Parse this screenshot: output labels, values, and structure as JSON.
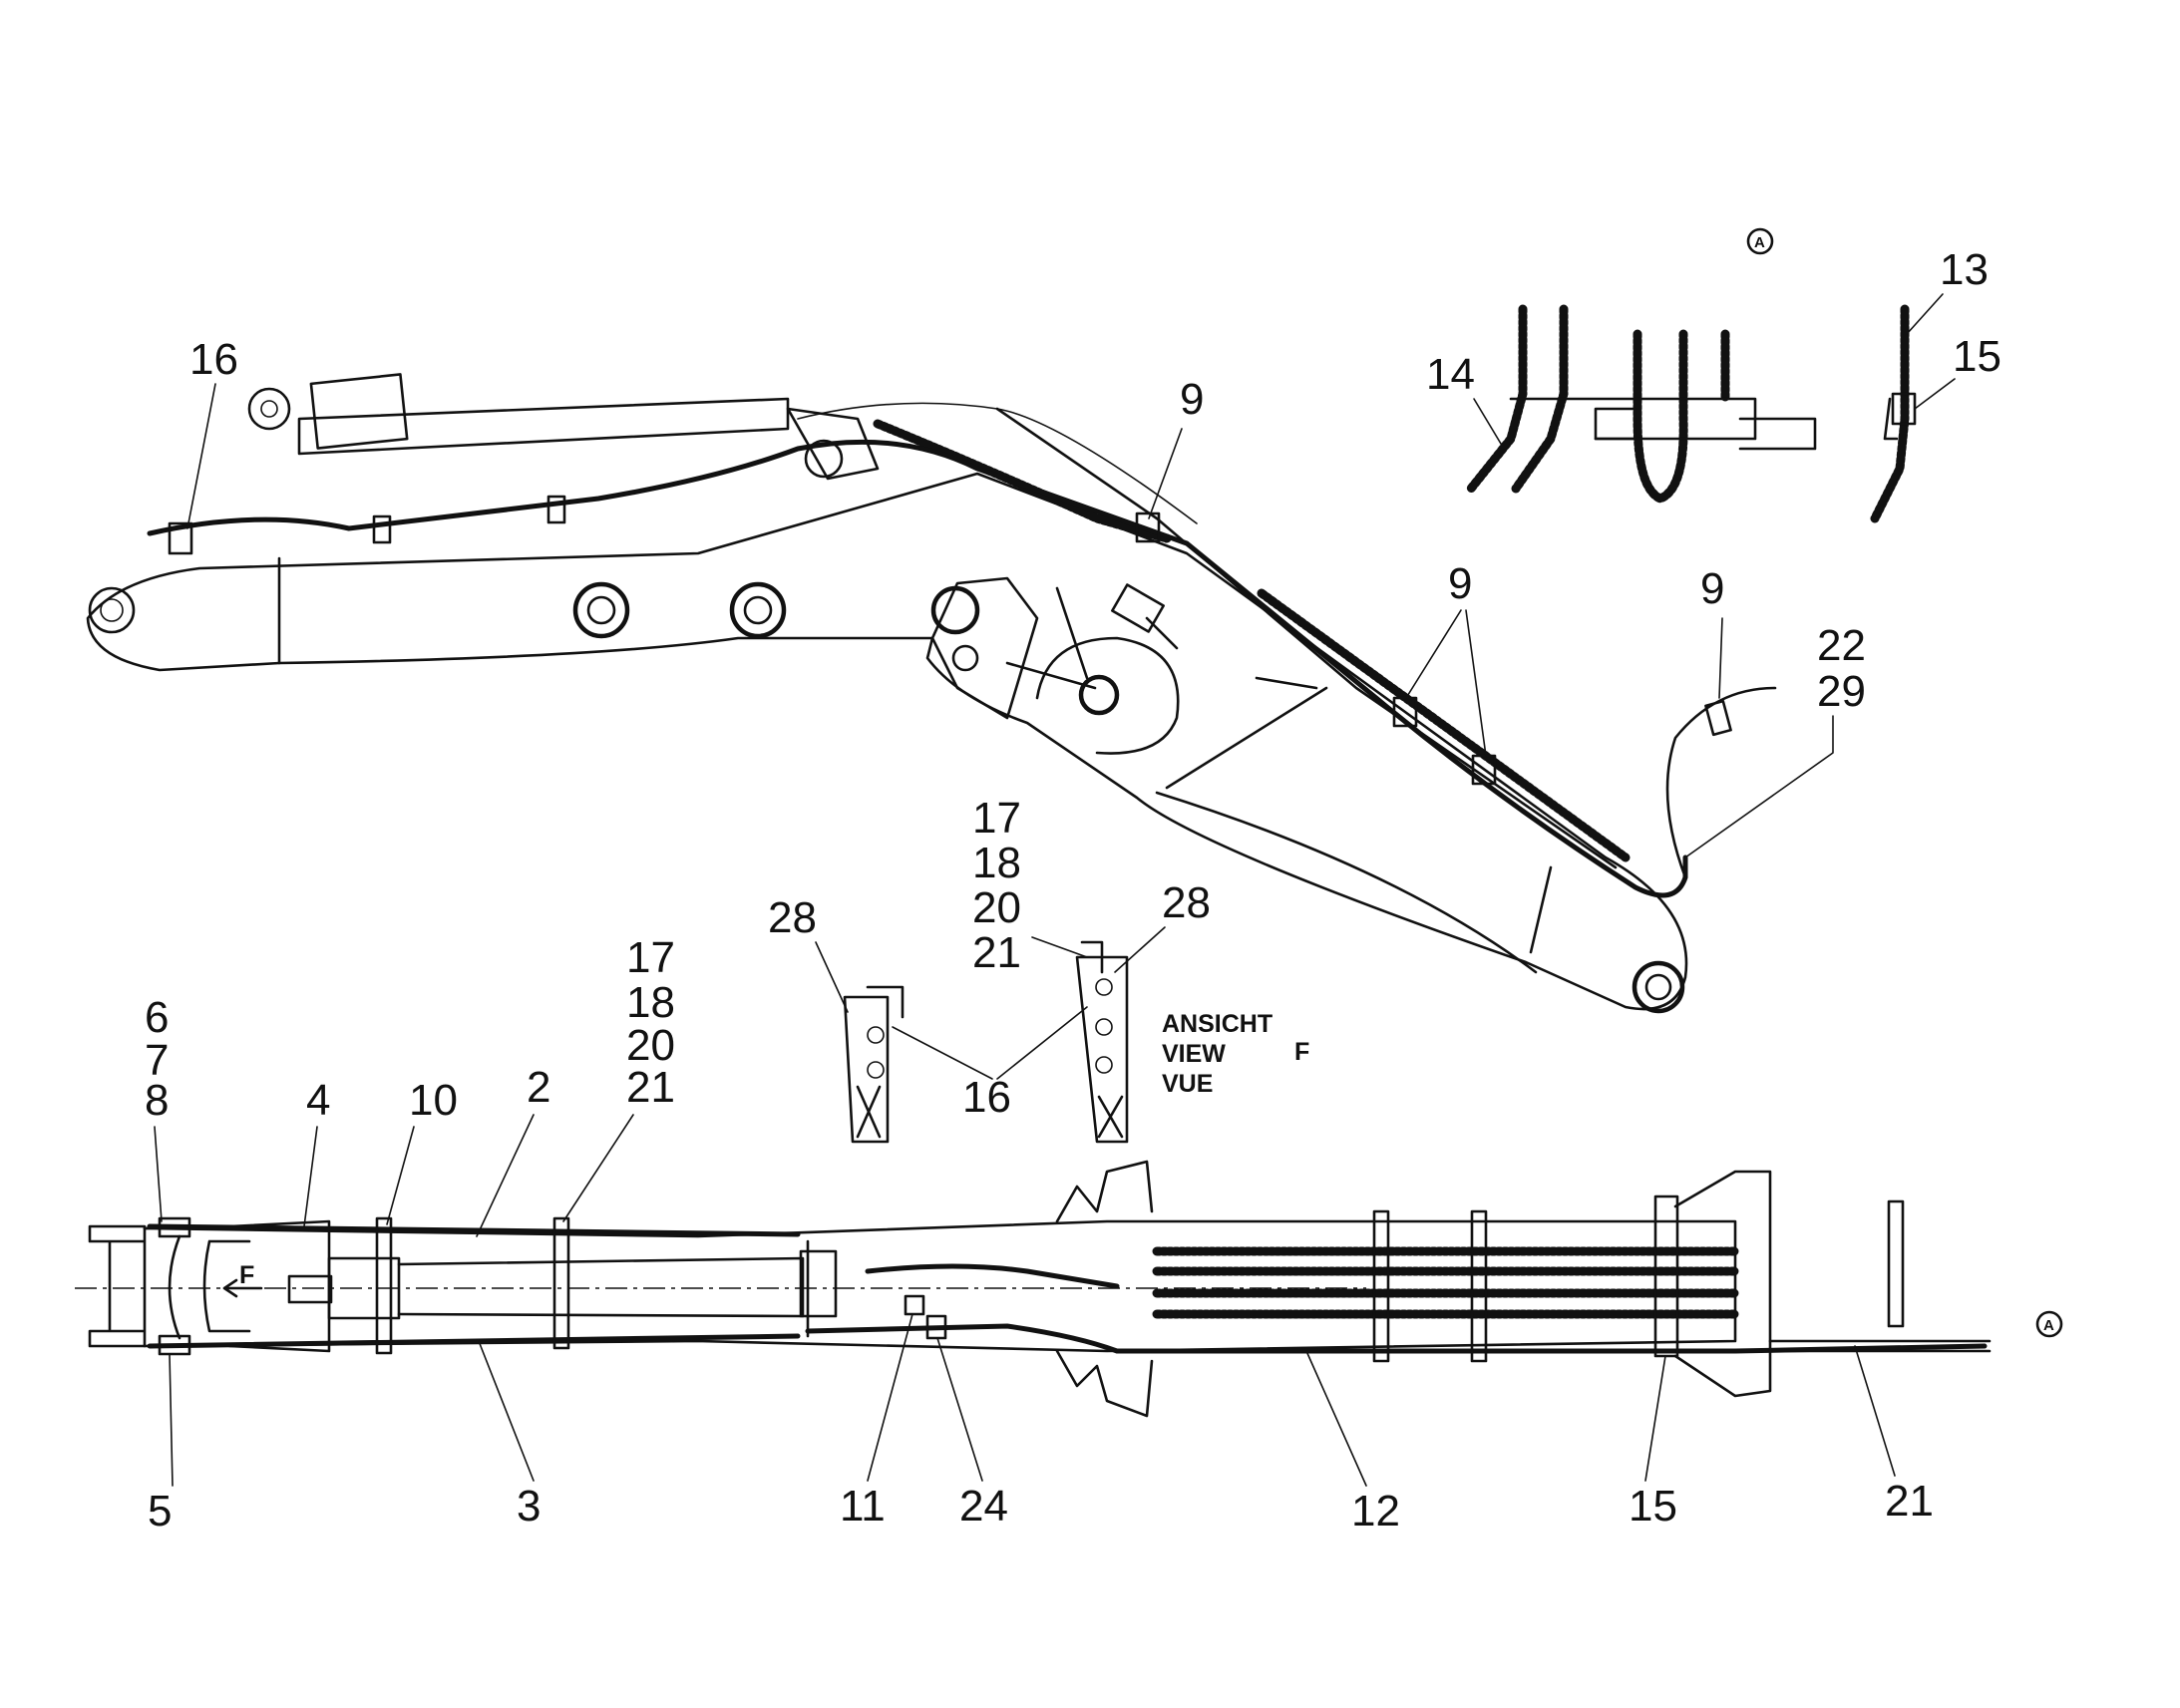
{
  "callouts": {
    "side_view": {
      "c16": "16",
      "c9_top": "9",
      "c9_mid": "9",
      "c9_right": "9",
      "c22": "22",
      "c29": "29"
    },
    "detail_a": {
      "marker": "A",
      "c13": "13",
      "c14": "14",
      "c15": "15"
    },
    "view_f": {
      "c28_left": "28",
      "c28_right": "28",
      "c17": "17",
      "c18": "18",
      "c20": "20",
      "c21": "21",
      "c16": "16",
      "line1": "ANSICHT",
      "line2": "VIEW",
      "line3": "VUE",
      "letter": "F"
    },
    "top_view": {
      "c6": "6",
      "c7": "7",
      "c8": "8",
      "c4": "4",
      "c10": "10",
      "c2": "2",
      "c17": "17",
      "c18": "18",
      "c20": "20",
      "c21": "21",
      "c5": "5",
      "c3": "3",
      "c11": "11",
      "c24": "24",
      "c12": "12",
      "c15": "15",
      "c21_bottom": "21",
      "arrow_letter": "F",
      "marker": "A"
    }
  }
}
